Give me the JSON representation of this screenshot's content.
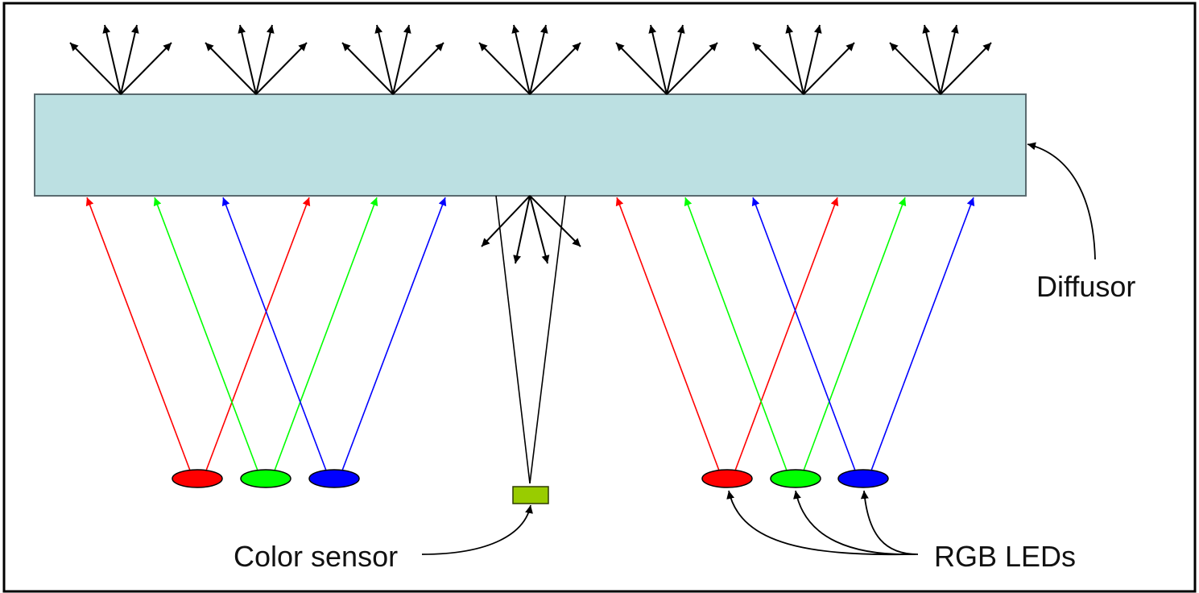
{
  "labels": {
    "diffusor": "Diffusor",
    "color_sensor": "Color sensor",
    "rgb_leds": "RGB LEDs"
  },
  "colors": {
    "border": "#000000",
    "diffusor_fill": "#bce0e2",
    "diffusor_stroke": "#5a6b70",
    "red": "#ff0000",
    "green": "#00ff00",
    "blue": "#0000ff",
    "sensor_fill": "#99cc00",
    "sensor_stroke": "#2d3a00",
    "arrow": "#000000"
  },
  "components": {
    "led_groups": [
      {
        "group": "left",
        "leds": [
          "red",
          "green",
          "blue"
        ]
      },
      {
        "group": "right",
        "leds": [
          "red",
          "green",
          "blue"
        ]
      }
    ],
    "sensor_count": 1,
    "top_emission_points": 7
  }
}
